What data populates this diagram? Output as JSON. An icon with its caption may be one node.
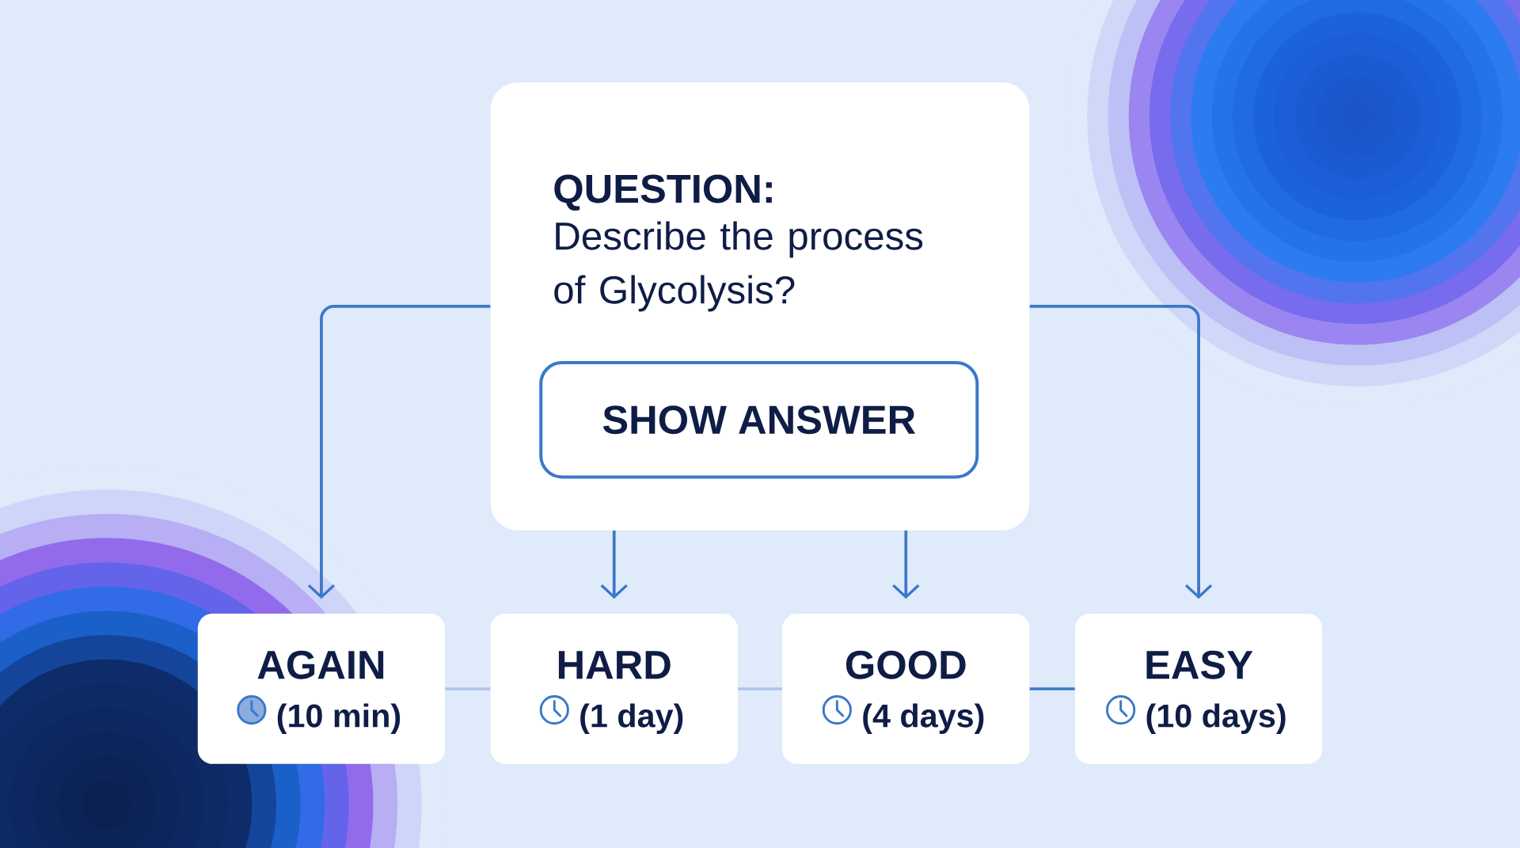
{
  "diagram": {
    "nodes": [
      {
        "text": [
          "QUESTION:",
          "Describe the process of Glycolysis?"
        ]
      },
      {
        "text": [
          "SHOW ANSWER"
        ],
        "in": 0
      },
      {
        "text": [
          "AGAIN",
          "(10 min)"
        ]
      },
      {
        "text": [
          "HARD",
          "(1 day)"
        ]
      },
      {
        "text": [
          "GOOD",
          "(4 days)"
        ]
      },
      {
        "text": [
          "EASY",
          "(10 days)"
        ]
      }
    ],
    "edges": [
      {
        "from": 0,
        "to": 2,
        "arrow": "to"
      },
      {
        "from": 0,
        "to": 3,
        "arrow": "to"
      },
      {
        "from": 0,
        "to": 4,
        "arrow": "to"
      },
      {
        "from": 0,
        "to": 5,
        "arrow": "to"
      },
      {
        "from": 2,
        "to": 3,
        "arrow": "none",
        "color": "#aec6ea"
      },
      {
        "from": 3,
        "to": 4,
        "arrow": "none",
        "color": "#aec6ea"
      },
      {
        "from": 4,
        "to": 5,
        "arrow": "none"
      }
    ]
  }
}
